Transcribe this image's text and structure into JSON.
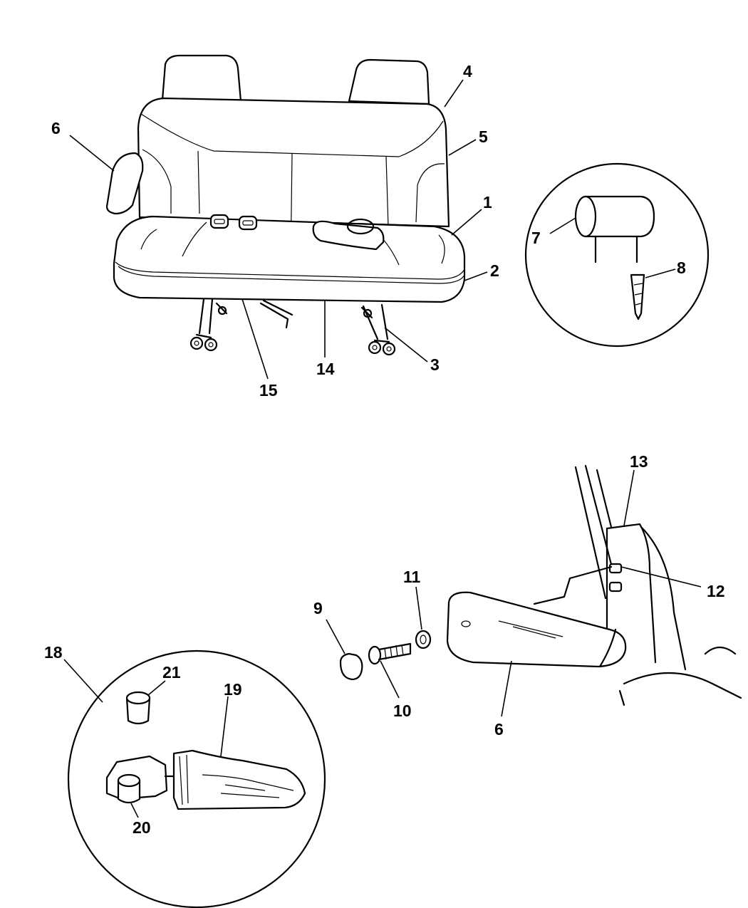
{
  "diagram": {
    "callouts": {
      "c1": "1",
      "c2": "2",
      "c3": "3",
      "c4": "4",
      "c5": "5",
      "c6a": "6",
      "c6b": "6",
      "c7": "7",
      "c8": "8",
      "c9": "9",
      "c10": "10",
      "c11": "11",
      "c12": "12",
      "c13": "13",
      "c14": "14",
      "c15": "15",
      "c18": "18",
      "c19": "19",
      "c20": "20",
      "c21": "21"
    }
  }
}
